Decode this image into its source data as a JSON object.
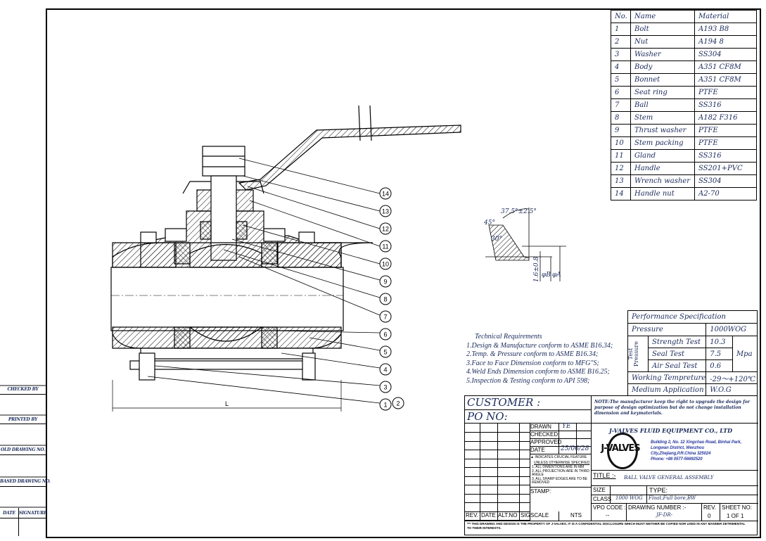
{
  "left_margin": {
    "checked_by": "CHECKED BY",
    "printed_by": "PRINTED BY",
    "old_drawing_no": "OLD DRAWING NO.",
    "based_drawing_no": "BASED DRAWING NO.",
    "date": "DATE",
    "signature": "SIGNATURE"
  },
  "parts_table": {
    "headers": [
      "No.",
      "Name",
      "Material"
    ],
    "rows": [
      [
        "1",
        "Bolt",
        "A193 B8"
      ],
      [
        "2",
        "Nut",
        "A194 8"
      ],
      [
        "3",
        "Washer",
        "SS304"
      ],
      [
        "4",
        "Body",
        "A351 CF8M"
      ],
      [
        "5",
        "Bonnet",
        "A351 CF8M"
      ],
      [
        "6",
        "Seat ring",
        "PTFE"
      ],
      [
        "7",
        "Ball",
        "SS316"
      ],
      [
        "8",
        "Stem",
        "A182 F316"
      ],
      [
        "9",
        "Thrust washer",
        "PTFE"
      ],
      [
        "10",
        "Stem packing",
        "PTFE"
      ],
      [
        "11",
        "Gland",
        "SS316"
      ],
      [
        "12",
        "Handle",
        "SS201+PVC"
      ],
      [
        "13",
        "Wrench washer",
        "SS304"
      ],
      [
        "14",
        "Handle nut",
        "A2-70"
      ]
    ]
  },
  "balloons": [
    "14",
    "13",
    "12",
    "11",
    "10",
    "9",
    "8",
    "7",
    "6",
    "5",
    "4",
    "3",
    "1",
    "2"
  ],
  "dimension_L": "L",
  "weld_detail": {
    "angle": "37.5°±2.5°",
    "angle45": "45°",
    "angle30": "30°",
    "tolerance": "1.6±0.8",
    "dia_b": "φB",
    "dia_a": "φA"
  },
  "technical_requirements": {
    "title": "Technical Requirements",
    "items": [
      "1.Design & Manufacture conform to ASME B16.34;",
      "2.Temp. & Pressure conform to ASME B16.34;",
      "3.Face to Face Dimension conform to MFG\"S;",
      "4.Weld Ends Dimension conform to ASME B16.25;",
      "5.Inspection & Testing conform to API 598;"
    ]
  },
  "performance": {
    "title": "Performance Specification",
    "pressure_label": "Pressure",
    "pressure_value": "1000WOG",
    "test_pressure_label": "Test Pressure",
    "tests": [
      [
        "Strength Test",
        "10.3"
      ],
      [
        "Seal Test",
        "7.5"
      ],
      [
        "Air Seal Test",
        "0.6"
      ]
    ],
    "unit": "Mpa",
    "working_temp_label": "Working Tempreture",
    "working_temp_value": "-29～+120℃",
    "medium_label": "Medium Application",
    "medium_value": "W.O.G"
  },
  "title_block": {
    "customer": "CUSTOMER :",
    "po_no": "PO NO:",
    "note": "NOTE:The manufacturer keep the right to upgrade the design for purpose of design optimization but do not change installation dimension and keymaterials.",
    "drawn_label": "DRAWN",
    "drawn_value": "YE",
    "checked_label": "CHECKED",
    "approved_label": "APPROVED",
    "date_label": "DATE",
    "date_value": "25/06/28",
    "crucial": "INDICATES CRUCIAL FEATURE",
    "unless": "UNLESS OTHERWISE SPECIFIED",
    "notes": [
      "1. ALL DIMENTIONS ARE IN MM",
      "2. ALL PROJECTION ARE IN THIRD ANGLE",
      "3. ALL SHARP EDGES ARE TO BE REMOVED"
    ],
    "stamp": "STAMP:",
    "rev_headers": [
      "REV.",
      "DATE",
      "ALT.NO",
      "SIG"
    ],
    "scale_label": "SCALE",
    "scale_value": "NTS",
    "logo_text": "J-VALVES",
    "company": "J-VALVES FLUID EQUIPMENT CO., LTD",
    "address": [
      "Building 2, No. 12 Xingchao Road, Binhai Park,",
      "Longwan District, Wenzhou",
      "City,Zhejiang,P.R.China 325024",
      "Phone: +86 0577-56692520"
    ],
    "title_label": "TITLE :-",
    "title_value": "BALL VALVE GENERAL ASSEMBLY",
    "size_label": "SIZE",
    "size_value": "",
    "type_label": "TYPE:",
    "class_label": "CLASS",
    "class_value": "1000 WOG",
    "type_value": "Float,Full bore,BW",
    "vpo_label": "VPO CODE :",
    "vpo_value": "--",
    "drawing_no_label": "DRAWING NUMBER :-",
    "drawing_no_value": "JF-DR-",
    "rev_label": "REV.",
    "rev_value": "0",
    "sheet_label": "SHEET NO:",
    "sheet_value": "1 OF 1",
    "footer": "*** THIS DRAWING AND DESIGN IS THE PROPERTY OF J-VALVES. IT IS A CONFIDENTIAL DISCLOSURE WHICH MUST NEITHER BE COPIED NOR USED IN ANY MANNER DETRIMENTAL TO THEIR INTERESTS."
  }
}
